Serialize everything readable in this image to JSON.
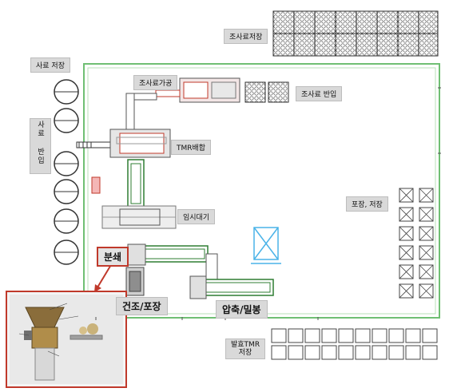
{
  "labels": {
    "feed_storage": "사료 저장",
    "feed_intake": "사료 반입",
    "roughage_storage": "조사료저장",
    "roughage_processing": "조사료가공",
    "roughage_intake": "조사료 반입",
    "tmr_mixing": "TMR배합",
    "temp_wait": "임시대기",
    "packing_storage": "포장, 저장",
    "crusher": "분쇄",
    "dry_pack": "건조/포장",
    "compress_seal": "압축/밀봉",
    "fermented_tmr_line1": "발효TMR",
    "fermented_tmr_line2": "저장"
  },
  "colors": {
    "conveyor_green": "#2e7d32",
    "frame_green": "#6fbf73",
    "accent_red": "#c0392b",
    "machine_gray": "#9e9e9e",
    "label_gray": "#d9d9d9"
  }
}
